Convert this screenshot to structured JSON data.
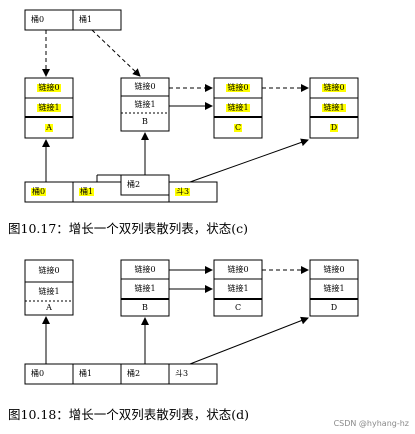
{
  "figure_c": {
    "top_buckets": [
      "桶0",
      "桶1"
    ],
    "bottom_buckets": [
      "桶0",
      "桶1",
      "桶2",
      "斗3"
    ],
    "node_A": {
      "links": [
        "链接0",
        "链接1"
      ],
      "label": "A"
    },
    "node_B": {
      "links": [
        "链接0",
        "链接1"
      ],
      "label": "B"
    },
    "node_C": {
      "links": [
        "链接0",
        "链接1"
      ],
      "label": "C"
    },
    "node_D": {
      "links": [
        "链接0",
        "链接1"
      ],
      "label": "D"
    },
    "caption": "图10.17：增长一个双列表散列表，状态(c)"
  },
  "figure_d": {
    "bottom_buckets": [
      "桶0",
      "桶1",
      "桶2",
      "斗3"
    ],
    "node_A": {
      "links": [
        "链接0",
        "链接1"
      ],
      "label": "A"
    },
    "node_B": {
      "links": [
        "链接0",
        "链接1"
      ],
      "label": "B"
    },
    "node_C": {
      "links": [
        "链接0",
        "链接1"
      ],
      "label": "C"
    },
    "node_D": {
      "links": [
        "链接0",
        "链接1"
      ],
      "label": "D"
    },
    "caption": "图10.18：增长一个双列表散列表，状态(d)"
  },
  "watermark": "CSDN @hyhang-hz",
  "colors": {
    "highlight": "#ffff00",
    "line": "#000000"
  }
}
